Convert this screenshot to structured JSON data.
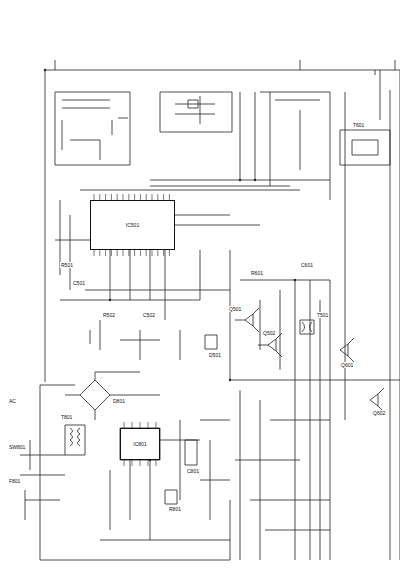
{
  "diagram": {
    "nodes": [
      {
        "text": [
          "IC501"
        ]
      },
      {
        "text": [
          "IC801"
        ]
      }
    ],
    "labels": [
      "R501",
      "C501",
      "Q501",
      "T501",
      "R502",
      "C502",
      "Q502",
      "D501",
      "R601",
      "C601",
      "Q601",
      "T601",
      "Q602",
      "D801",
      "T801",
      "C801",
      "R801",
      "SW801",
      "F801",
      "AC"
    ]
  }
}
